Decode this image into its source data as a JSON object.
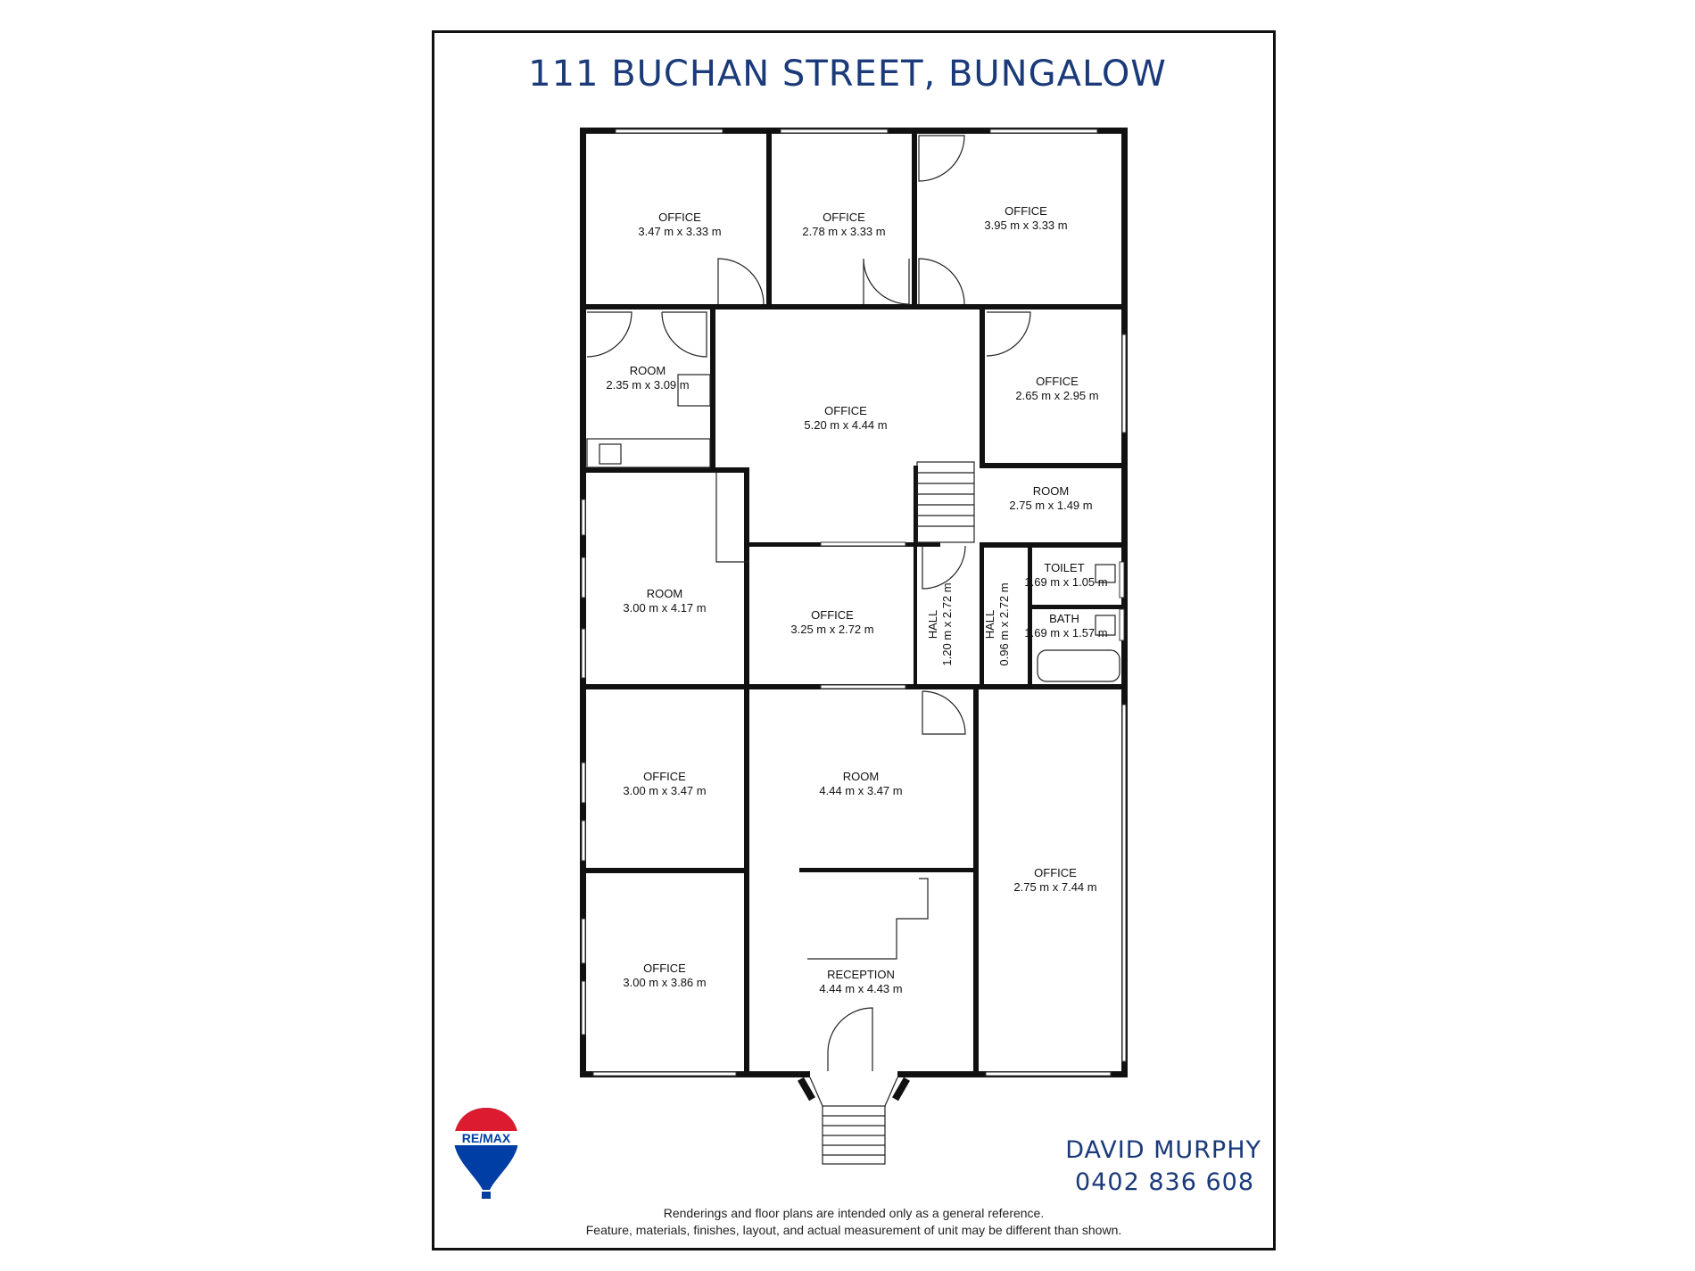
{
  "title": "111 BUCHAN STREET, BUNGALOW",
  "rooms": [
    {
      "name": "OFFICE",
      "size": "3.47 m x 3.33 m"
    },
    {
      "name": "OFFICE",
      "size": "2.78 m x 3.33 m"
    },
    {
      "name": "OFFICE",
      "size": "3.95 m x 3.33 m"
    },
    {
      "name": "ROOM",
      "size": "2.35 m x 3.09 m"
    },
    {
      "name": "OFFICE",
      "size": "5.20 m x 4.44 m"
    },
    {
      "name": "OFFICE",
      "size": "2.65 m x 2.95 m"
    },
    {
      "name": "ROOM",
      "size": "2.75 m x 1.49 m"
    },
    {
      "name": "ROOM",
      "size": "3.00 m x 4.17 m"
    },
    {
      "name": "OFFICE",
      "size": "3.25 m x 2.72 m"
    },
    {
      "name": "HALL",
      "size": "1.20 m x 2.72 m"
    },
    {
      "name": "HALL",
      "size": "0.96 m x 2.72 m"
    },
    {
      "name": "TOILET",
      "size": "1.69 m x 1.05 m"
    },
    {
      "name": "BATH",
      "size": "1.69 m x 1.57 m"
    },
    {
      "name": "OFFICE",
      "size": "3.00 m x 3.47 m"
    },
    {
      "name": "ROOM",
      "size": "4.44 m x 3.47 m"
    },
    {
      "name": "OFFICE",
      "size": "2.75 m x 7.44 m"
    },
    {
      "name": "OFFICE",
      "size": "3.00 m x 3.86 m"
    },
    {
      "name": "RECEPTION",
      "size": "4.44 m x 4.43 m"
    }
  ],
  "agent": {
    "name": "DAVID MURPHY",
    "phone": "0402 836 608"
  },
  "logo": {
    "text": "RE/MAX"
  },
  "disclaimer": {
    "line1": "Renderings and floor plans are intended only as a general reference.",
    "line2": "Feature, materials, finishes, layout, and actual measurement of unit may be different than shown."
  },
  "colors": {
    "title": "#1b3a7a",
    "wall": "#111111",
    "logo_red": "#dc1c2e",
    "logo_blue": "#003da5"
  }
}
